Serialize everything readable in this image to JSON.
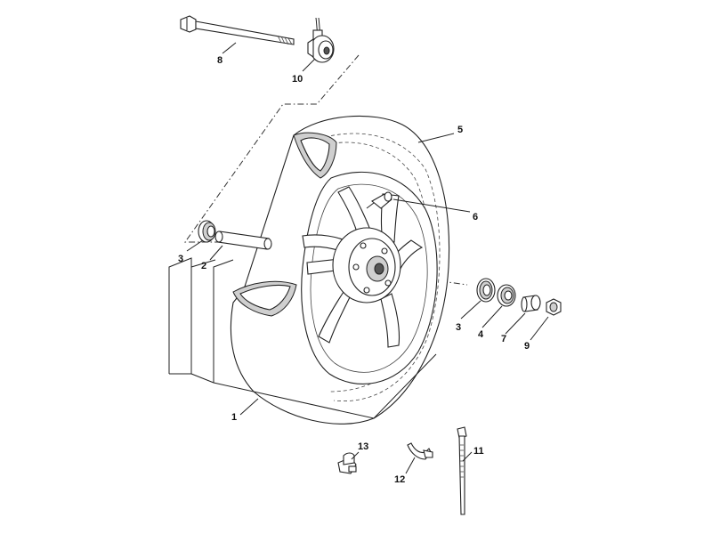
{
  "labels": {
    "p1": "1",
    "p2": "2",
    "p3a": "3",
    "p3b": "3",
    "p4": "4",
    "p5": "5",
    "p6": "6",
    "p7": "7",
    "p8": "8",
    "p9": "9",
    "p10": "10",
    "p11": "11",
    "p12": "12",
    "p13": "13"
  }
}
